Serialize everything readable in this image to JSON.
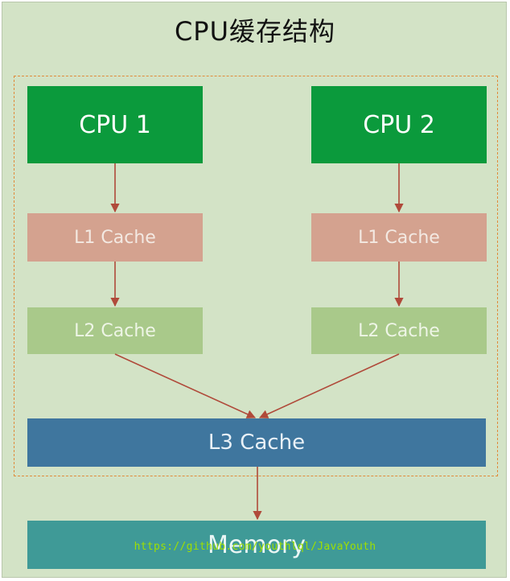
{
  "title": "CPU缓存结构",
  "nodes": {
    "cpu1": "CPU 1",
    "cpu2": "CPU 2",
    "l1_left": "L1 Cache",
    "l1_right": "L1 Cache",
    "l2_left": "L2 Cache",
    "l2_right": "L2 Cache",
    "l3": "L3 Cache",
    "memory": "Memory"
  },
  "edges": [
    {
      "from": "cpu1",
      "to": "l1_left"
    },
    {
      "from": "l1_left",
      "to": "l2_left"
    },
    {
      "from": "l2_left",
      "to": "l3"
    },
    {
      "from": "cpu2",
      "to": "l1_right"
    },
    {
      "from": "l1_right",
      "to": "l2_right"
    },
    {
      "from": "l2_right",
      "to": "l3"
    },
    {
      "from": "l3",
      "to": "memory"
    }
  ],
  "watermark": "https://github.com/youthlql/JavaYouth",
  "colors": {
    "background": "#d3e3c6",
    "cpu": "#0b9a3c",
    "l1": "#d4a28f",
    "l2": "#a9c98a",
    "l3": "#3f769e",
    "memory": "#3f9a97",
    "arrow": "#b04a3a",
    "dashed_border": "#e08a3a"
  }
}
